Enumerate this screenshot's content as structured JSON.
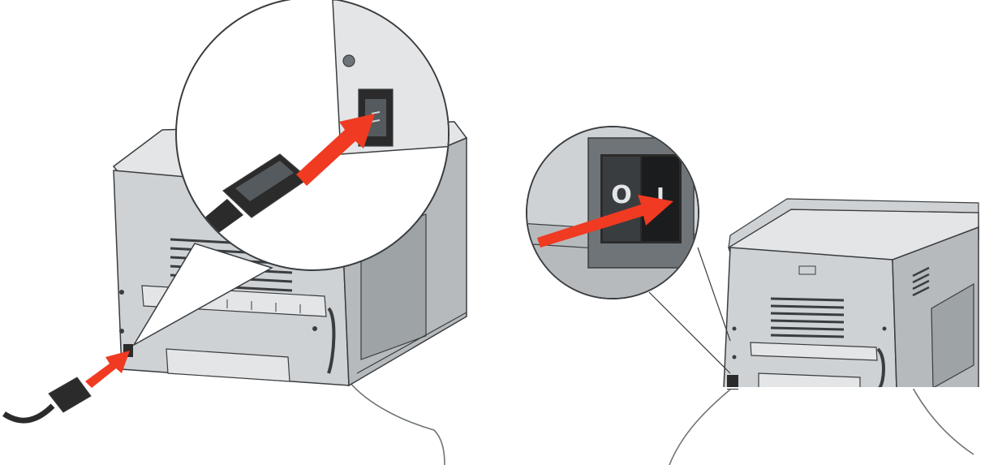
{
  "figure": {
    "step1": {
      "name": "connect-power-cord"
    },
    "step2": {
      "name": "turn-on-printer"
    }
  },
  "switch": {
    "off_symbol": "O",
    "on_symbol": "I"
  },
  "colors": {
    "arrow": "#f03a22",
    "printer_body": "#cfd2d4",
    "printer_dark": "#9ea3a6",
    "printer_shadow": "#6f7478",
    "outline": "#3a3d40",
    "cord": "#2b2b2b",
    "background": "#ffffff"
  }
}
